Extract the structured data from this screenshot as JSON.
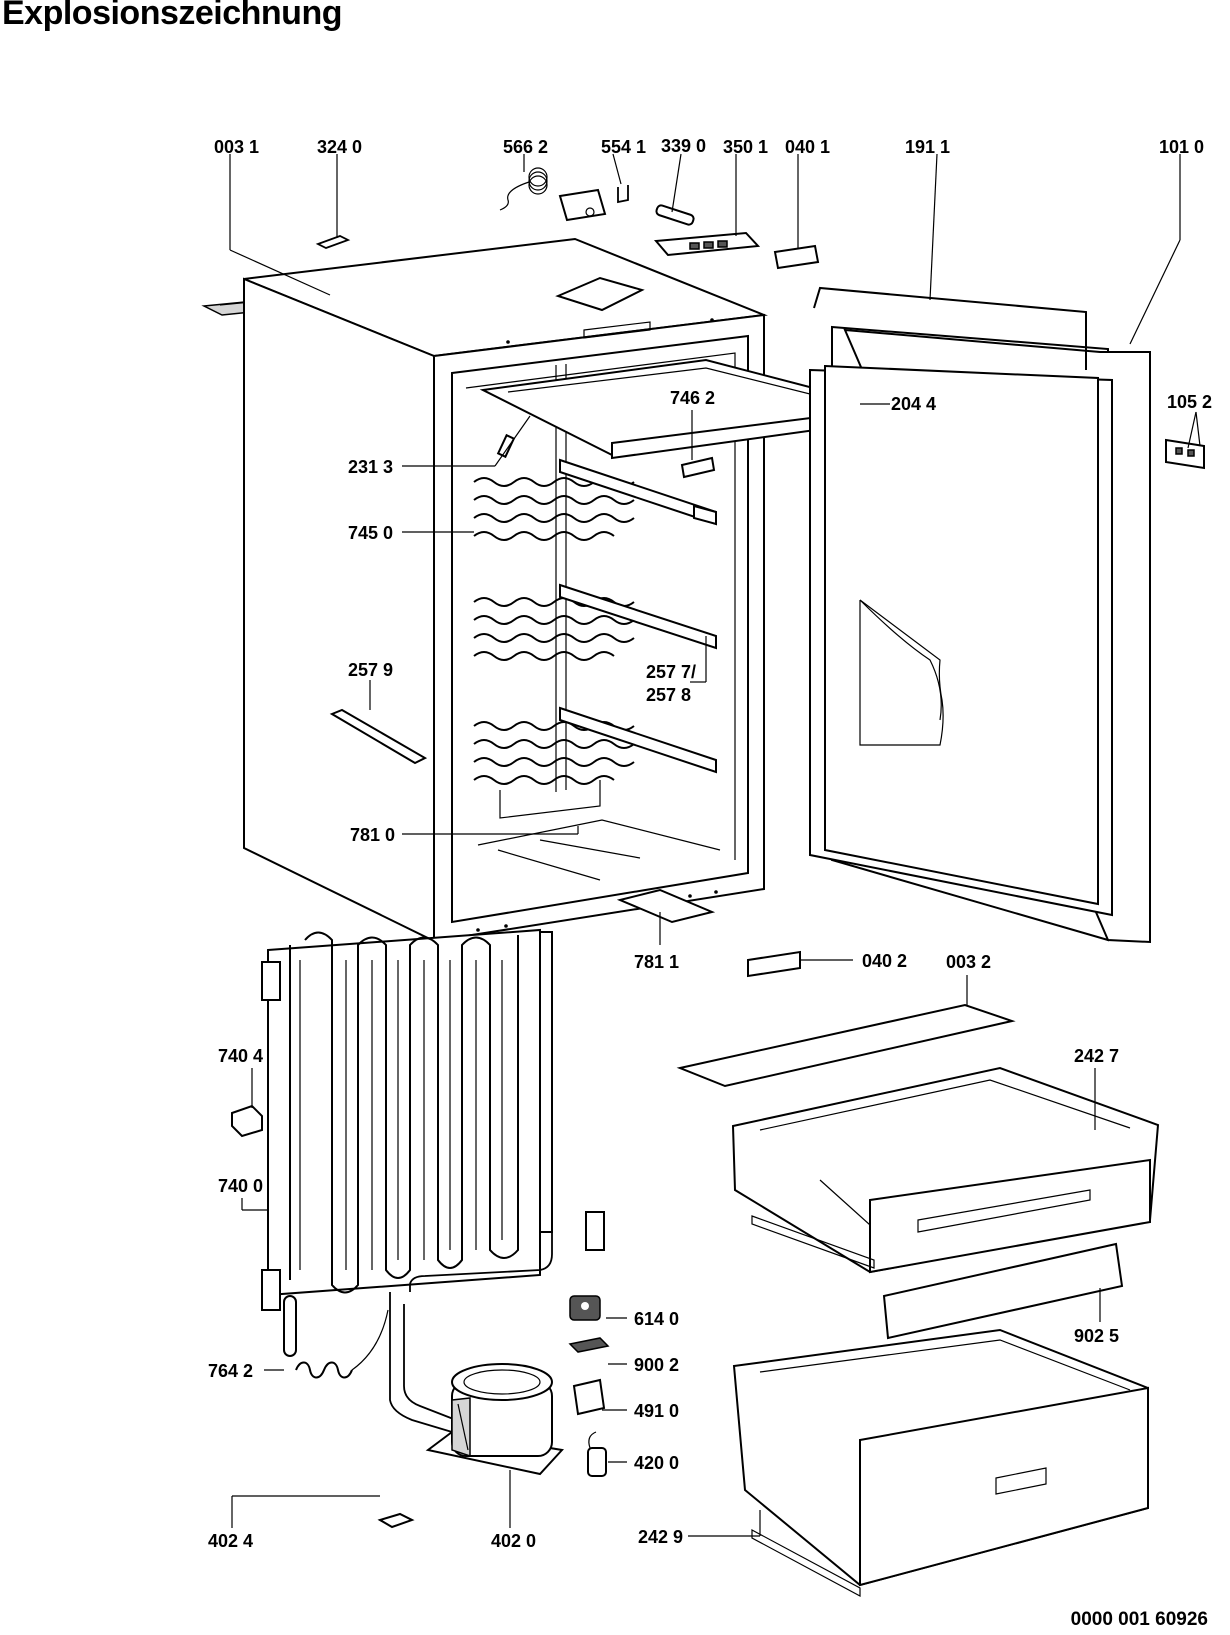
{
  "title": "Explosionszeichnung",
  "document_number": "0000 001 60926",
  "parts": {
    "p0031": "003 1",
    "p3240": "324 0",
    "p5662": "566 2",
    "p5541": "554 1",
    "p3390": "339 0",
    "p3501": "350 1",
    "p0401": "040 1",
    "p1911": "191 1",
    "p1010": "101 0",
    "p7462": "746 2",
    "p2044": "204 4",
    "p1052": "105 2",
    "p2313": "231 3",
    "p7450": "745 0",
    "p2579": "257 9",
    "p2577": "257 7/",
    "p2578": "257 8",
    "p7810": "781 0",
    "p7811": "781 1",
    "p0402": "040 2",
    "p0032": "003 2",
    "p7404": "740 4",
    "p2427": "242 7",
    "p7400": "740 0",
    "p6140": "614 0",
    "p9025": "902 5",
    "p9002": "900 2",
    "p7642": "764 2",
    "p4910": "491 0",
    "p4200": "420 0",
    "p4024": "402 4",
    "p4020": "402 0",
    "p2429": "242 9"
  }
}
